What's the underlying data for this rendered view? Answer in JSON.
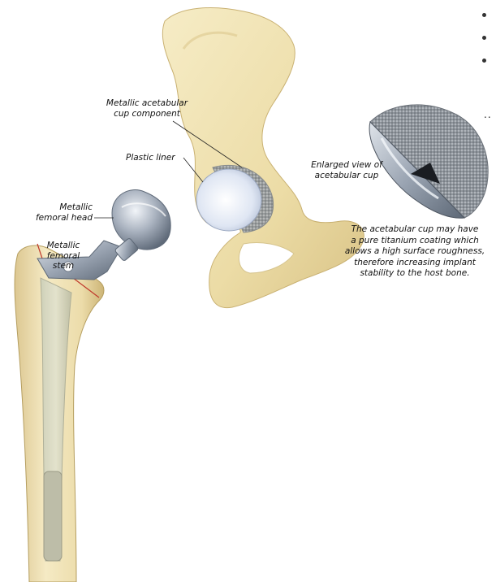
{
  "labels": {
    "cup_component": [
      "Metallic acetabular",
      "cup component"
    ],
    "plastic_liner": "Plastic liner",
    "femoral_head": [
      "Metallic",
      "femoral head"
    ],
    "femoral_stem": [
      "Metallic",
      "femoral",
      "stem"
    ],
    "enlarged_view": [
      "Enlarged view of",
      "acetabular cup"
    ]
  },
  "note": {
    "lines": [
      "The acetabular cup may have",
      "a pure titanium coating which",
      "allows a high surface roughness,",
      "therefore increasing implant",
      "stability to the host bone."
    ]
  },
  "truncated_marker": "..",
  "colors": {
    "bone": "#efe1b0",
    "bone_shadow": "#d8c48a",
    "metal": "#a9b2bf",
    "metal_dark": "#6f7a88",
    "liner": "#e4ebf7",
    "cement_line": "#c0392b"
  }
}
